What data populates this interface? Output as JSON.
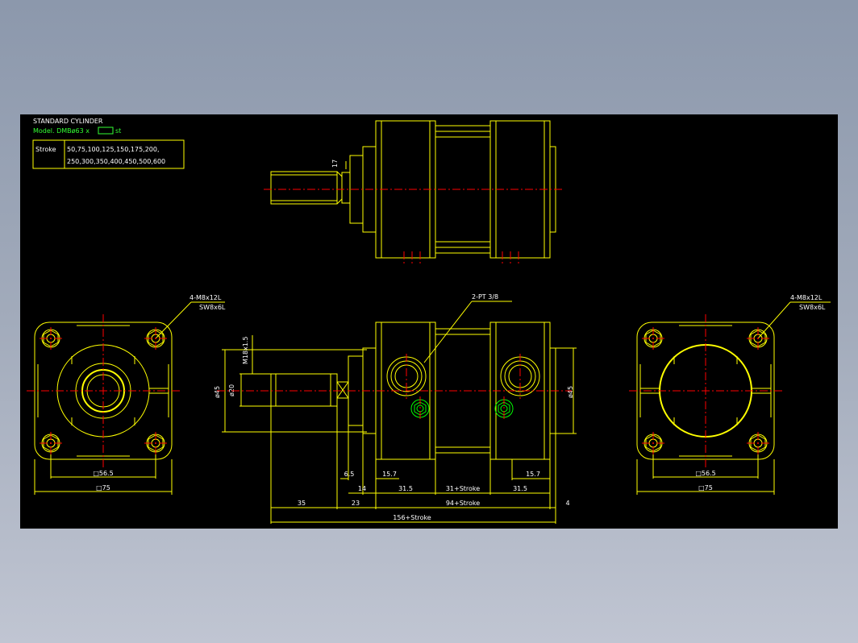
{
  "title_block": {
    "title": "STANDARD CYLINDER",
    "model": "Model. DMBø63 x",
    "model_suffix": "st",
    "stroke_label": "Stroke",
    "stroke_values_1": "50,75,100,125,150,175,200,",
    "stroke_values_2": "250,300,350,400,450,500,600"
  },
  "annotations": {
    "mount_left_1": "4-M8x12L",
    "mount_left_2": "SW8x6L",
    "mount_right_1": "4-M8x12L",
    "mount_right_2": "SW8x6L",
    "port": "2-PT 3/8",
    "rod_width_top": "17",
    "thread": "M18x1.5",
    "rod_dia": "ø20",
    "body_dia_left": "ø45",
    "body_dia_right": "ø45"
  },
  "dimensions": {
    "left_sq_inner": "□56.5",
    "left_sq_outer": "□75",
    "right_sq_inner": "□56.5",
    "right_sq_outer": "□75",
    "d_6_5": "6.5",
    "d_15_7_a": "15.7",
    "d_15_7_b": "15.7",
    "d_14": "14",
    "d_31_5_a": "31.5",
    "d_31_stroke": "31+Stroke",
    "d_31_5_b": "31.5",
    "d_35": "35",
    "d_23": "23",
    "d_94_stroke": "94+Stroke",
    "d_4": "4",
    "d_156_stroke": "156+Stroke"
  },
  "colors": {
    "background": "#000000",
    "outline": "#ffff00",
    "text": "#ffffff",
    "model_text": "#33ff33",
    "centerline": "#ff0000",
    "port": "#00ff00",
    "frame": "#8c98ac"
  }
}
